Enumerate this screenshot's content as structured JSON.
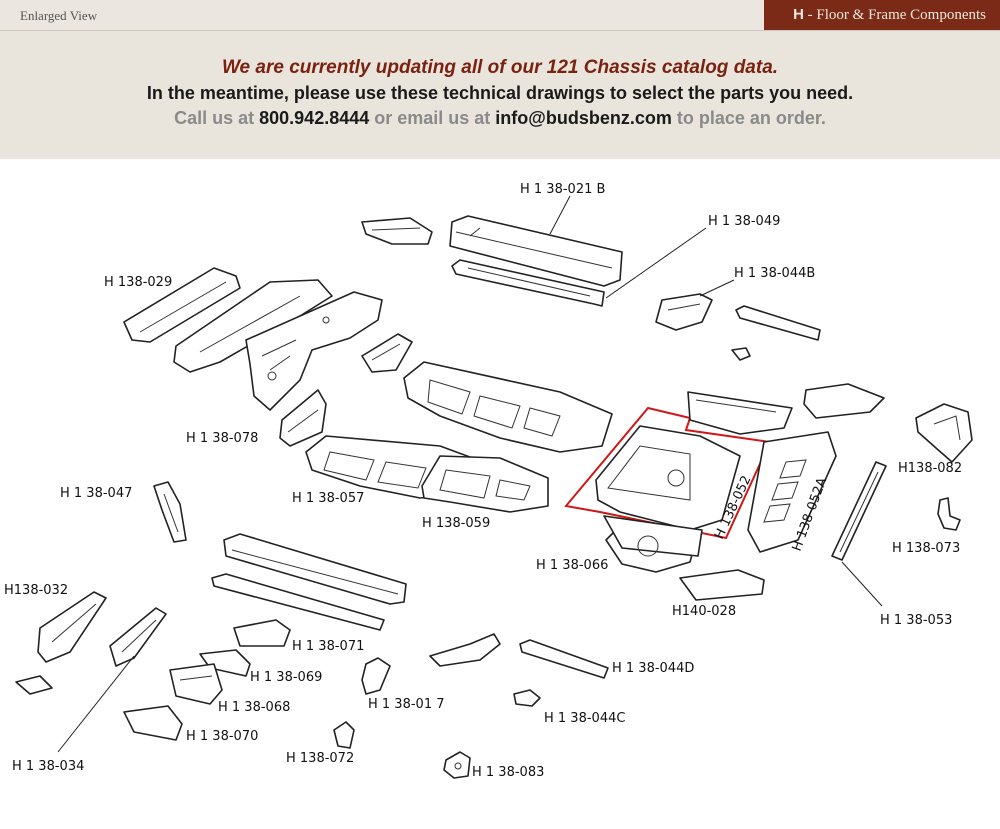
{
  "header": {
    "left_label": "Enlarged View",
    "section_letter": "H",
    "section_sep": " - ",
    "section_title": "Floor & Frame Components"
  },
  "banner": {
    "line1": "We are currently updating all of our 121 Chassis catalog data.",
    "line2": "In the meantime, please use these technical drawings to select the parts you need.",
    "line3_a": "Call us at ",
    "phone": "800.942.8444",
    "line3_b": " or email us at ",
    "email": "info@budsbenz.com",
    "line3_c": " to place an order."
  },
  "colors": {
    "accent": "#7a2a16",
    "highlight": "#d01818"
  },
  "labels": {
    "h138_021b": "H 1 38-021 B",
    "h138_049": "H 1 38-049",
    "h138_044b": "H 1 38-044B",
    "h138_029": "H 138-029",
    "h138_078": "H 1 38-078",
    "h138_082": "H138-082",
    "h138_047": "H 1 38-047",
    "h138_057": "H 1 38-057",
    "h138_059": "H 138-059",
    "h138_052": "H 138-052",
    "h138_052a": "H 138-052A",
    "h138_073": "H 138-073",
    "h138_066": "H 1 38-066",
    "h140_028": "H140-028",
    "h138_032": "H138-032",
    "h138_053": "H 1 38-053",
    "h138_071": "H 1 38-071",
    "h138_044d": "H 1 38-044D",
    "h138_069": "H 1 38-069",
    "h138_068": "H 1 38-068",
    "h138_017": "H 1 38-01 7",
    "h138_044c": "H 1 38-044C",
    "h138_070": "H 1 38-070",
    "h138_072": "H 138-072",
    "h138_034": "H 1 38-034",
    "h138_083": "H 1 38-083"
  }
}
